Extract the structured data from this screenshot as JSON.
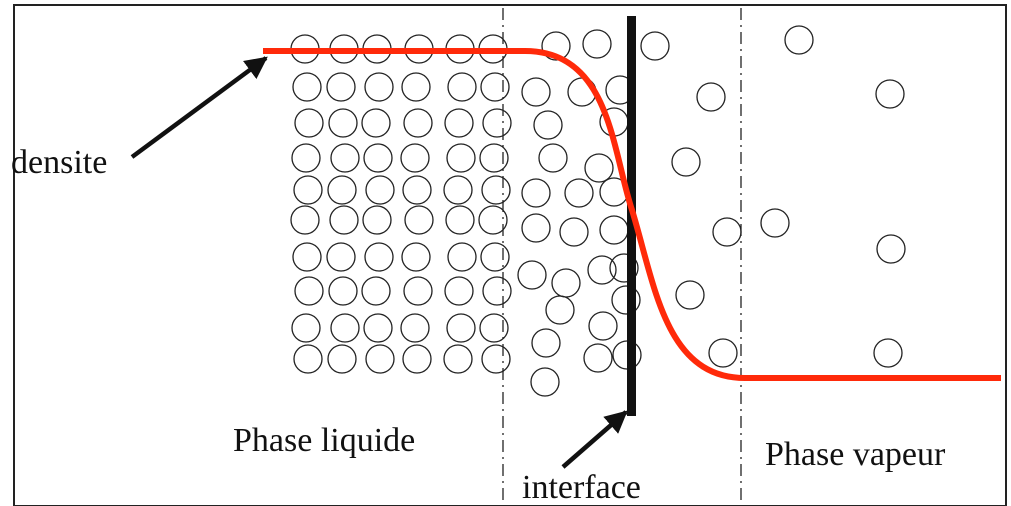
{
  "labels": {
    "density": "densite",
    "liquid_phase": "Phase liquide",
    "interface": "interface",
    "vapor_phase": "Phase vapeur"
  },
  "colors": {
    "density_curve": "#ff2a0a",
    "ink": "#111111",
    "molecule_stroke": "#222222",
    "frame": "#222222",
    "background": "#ffffff"
  }
}
